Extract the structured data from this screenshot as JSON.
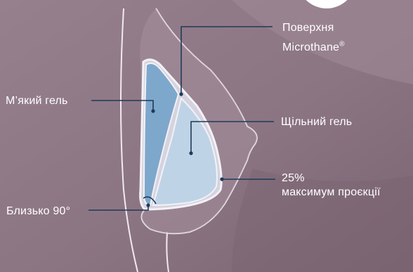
{
  "labels": {
    "microthane_line1": "Поверхня",
    "microthane_line2": "Microthane",
    "microthane_mark": "®",
    "soft_gel": "М’який гель",
    "dense_gel": "Щільний гель",
    "projection_line1": "25%",
    "projection_line2": "максимум проєкції",
    "angle": "Близько 90°"
  },
  "colors": {
    "background": "#8d7684",
    "skin_outline": "#f1eaee",
    "implant_shell": "#d5d3df",
    "soft_gel": "#7ea7cc",
    "dense_gel": "#bfd3e6",
    "leader_line": "#1f3b57",
    "label_text": "#ffffff"
  }
}
